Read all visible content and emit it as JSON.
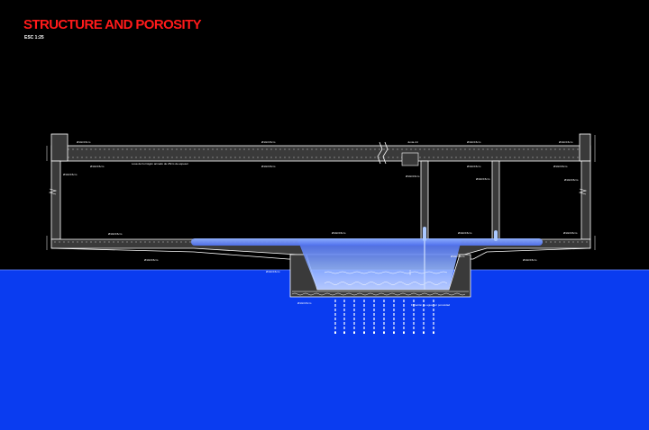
{
  "header": {
    "title": "STRUCTURE AND POROSITY",
    "scale": "ESC 1:25"
  },
  "colors": {
    "background": "#000000",
    "title": "#ff1a1a",
    "ground": "#0a3cf0",
    "concrete": "#3a3a3a",
    "water_light": "#aac8ff",
    "line": "#ffffff"
  },
  "labels": {
    "rebar": "Ø10c/15cm",
    "reinforcement_note": "Losa de hormigón armado de 25cm de espesor",
    "joint": "Junta 2d",
    "porosity_note": "Filtración de agua por porosidad"
  }
}
